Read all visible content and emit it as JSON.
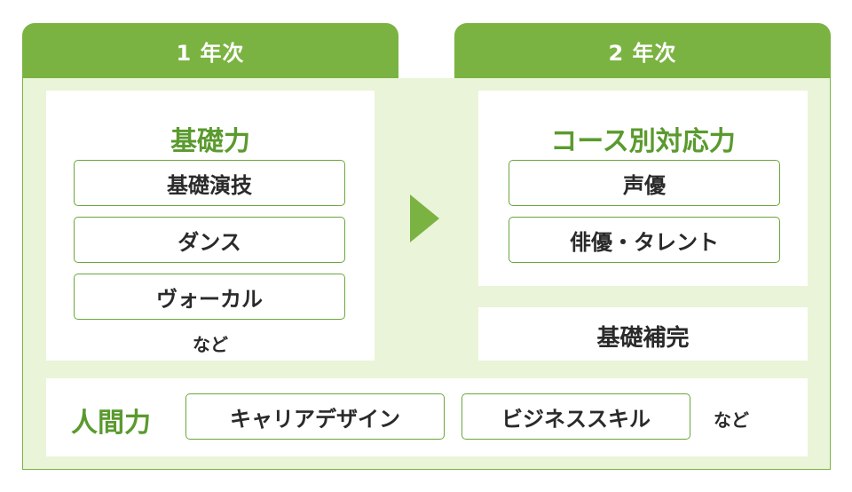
{
  "tabs": {
    "year1": "1 年次",
    "year2": "2 年次"
  },
  "year1": {
    "heading": "基礎力",
    "items": [
      "基礎演技",
      "ダンス",
      "ヴォーカル"
    ],
    "etc": "など"
  },
  "year2": {
    "heading": "コース別対応力",
    "items": [
      "声優",
      "俳優・タレント"
    ],
    "supplement": "基礎補完"
  },
  "human": {
    "heading": "人間力",
    "items": [
      "キャリアデザイン",
      "ビジネススキル"
    ],
    "etc": "など"
  },
  "colors": {
    "accent": "#7bb342",
    "heading_green": "#5a9a2e",
    "panel_bg": "#eaf4d8"
  },
  "icons": {
    "arrow": "triangle-right-icon"
  }
}
